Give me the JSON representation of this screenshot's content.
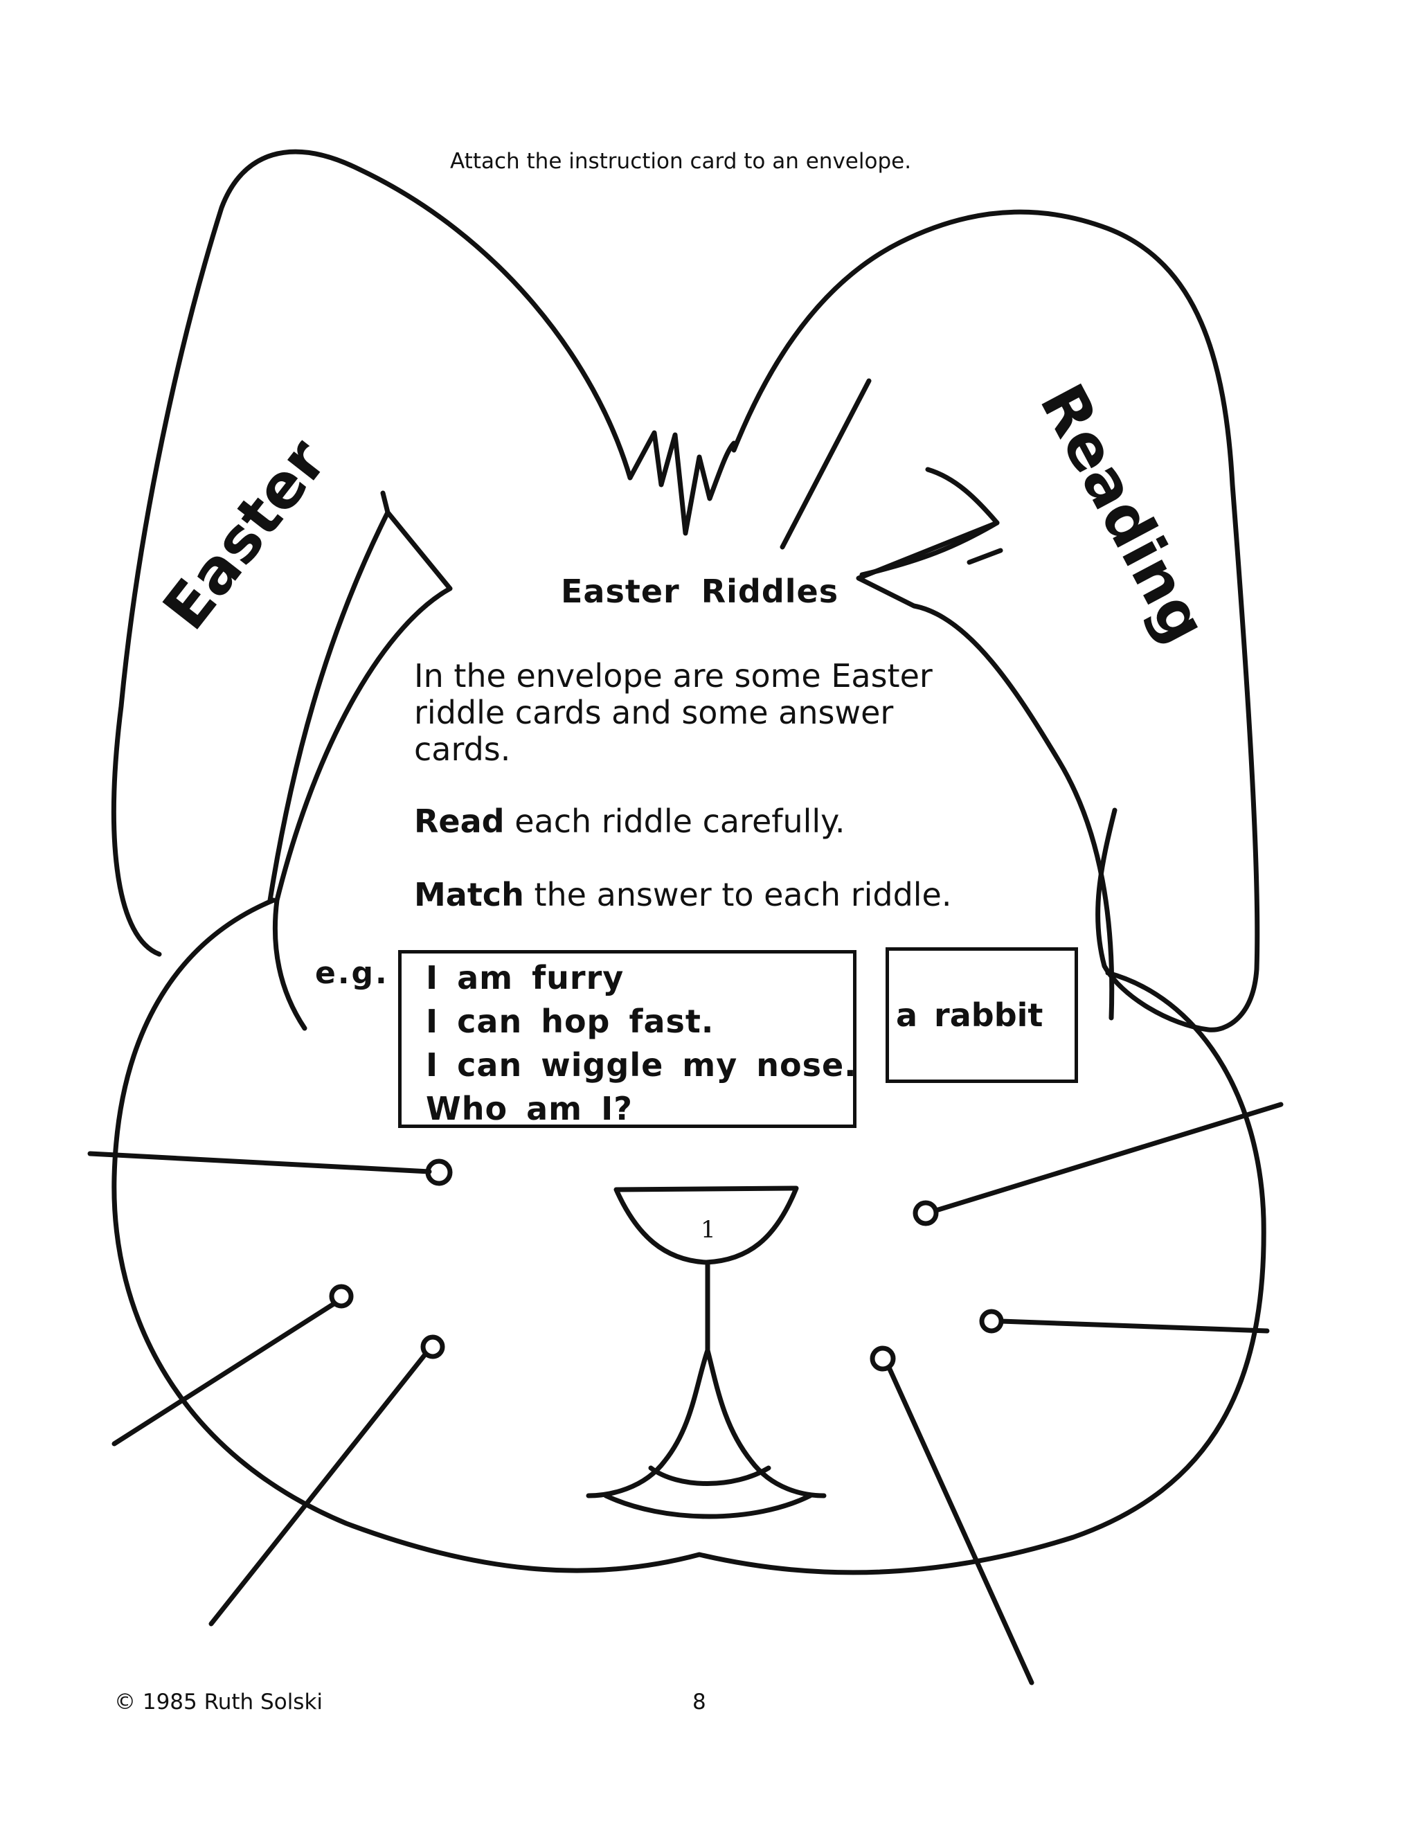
{
  "header": {
    "instruction": "Attach the instruction card to an envelope."
  },
  "ears": {
    "left_word": "Easter",
    "right_word": "Reading"
  },
  "card": {
    "title": "Easter  Riddles",
    "para1": "In the envelope are some Easter riddle cards and some answer cards.",
    "para2_bold": "Read",
    "para2_rest": " each riddle carefully.",
    "para3_bold": "Match",
    "para3_rest": " the answer to each riddle."
  },
  "example": {
    "label": "e.g.",
    "riddle_lines": [
      "I am furry",
      "I can hop fast.",
      "I can wiggle my nose.",
      "Who am I?"
    ],
    "answer": "a rabbit"
  },
  "nose": {
    "number": "1"
  },
  "footer": {
    "copyright": "© 1985 Ruth Solski",
    "page": "8"
  }
}
